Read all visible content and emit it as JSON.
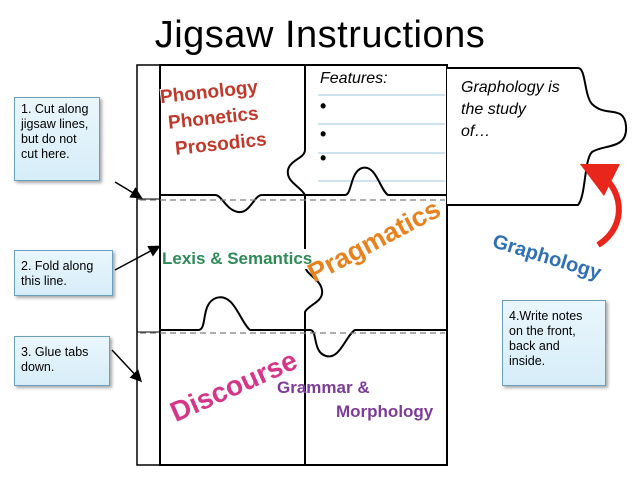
{
  "title": "Jigsaw Instructions",
  "instructions": {
    "step1": [
      "1. Cut along",
      "jigsaw lines,",
      "but do not",
      "cut  here."
    ],
    "step2": [
      "2. Fold along",
      "this line."
    ],
    "step3": [
      "3. Glue tabs",
      "down."
    ],
    "step4": [
      "4.Write notes",
      "on the front,",
      "back and",
      "inside."
    ]
  },
  "features_panel": {
    "heading": "Features:",
    "bullets": [
      "•",
      "•",
      "•"
    ]
  },
  "graphology_panel": [
    "Graphology is",
    "the study",
    "of…"
  ],
  "topics": {
    "phonology": "Phonology",
    "phonetics": "Phonetics",
    "prosodics": "Prosodics",
    "lexis": "Lexis & Semantics",
    "pragmatics": "Pragmatics",
    "discourse": "Discourse",
    "grammar": "Grammar &",
    "morphology": "Morphology",
    "graphology": "Graphology"
  },
  "colors": {
    "phonology": "#c0392b",
    "lexis": "#2e8b57",
    "pragmatics": "#e8821e",
    "discourse": "#d6368a",
    "grammar": "#7d3c98",
    "graphology": "#2f6fb5",
    "arrow": "#e8261b",
    "box_border": "#6a9fc0"
  }
}
